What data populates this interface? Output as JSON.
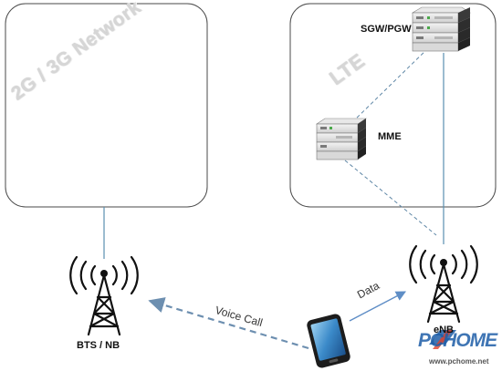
{
  "networks": {
    "legacy": {
      "label": "2G / 3G Network"
    },
    "lte": {
      "label": "LTE"
    }
  },
  "nodes": {
    "sgw_pgw": {
      "label": "SGW/PGW"
    },
    "mme": {
      "label": "MME"
    },
    "enb": {
      "label": "eNB"
    },
    "bts": {
      "label": "BTS / NB"
    }
  },
  "links": {
    "voice": {
      "label": "Voice Call"
    },
    "data": {
      "label": "Data"
    }
  },
  "watermark": {
    "brand": "PCHOME",
    "url": "www.pchome.net"
  },
  "colors": {
    "box_border": "#4a4a4a",
    "link_line": "#5a8fb0",
    "dashed_arrow": "#6d8fb0",
    "data_arrow": "#5f8ec6",
    "watermark_blue": "#1e5ea8"
  }
}
